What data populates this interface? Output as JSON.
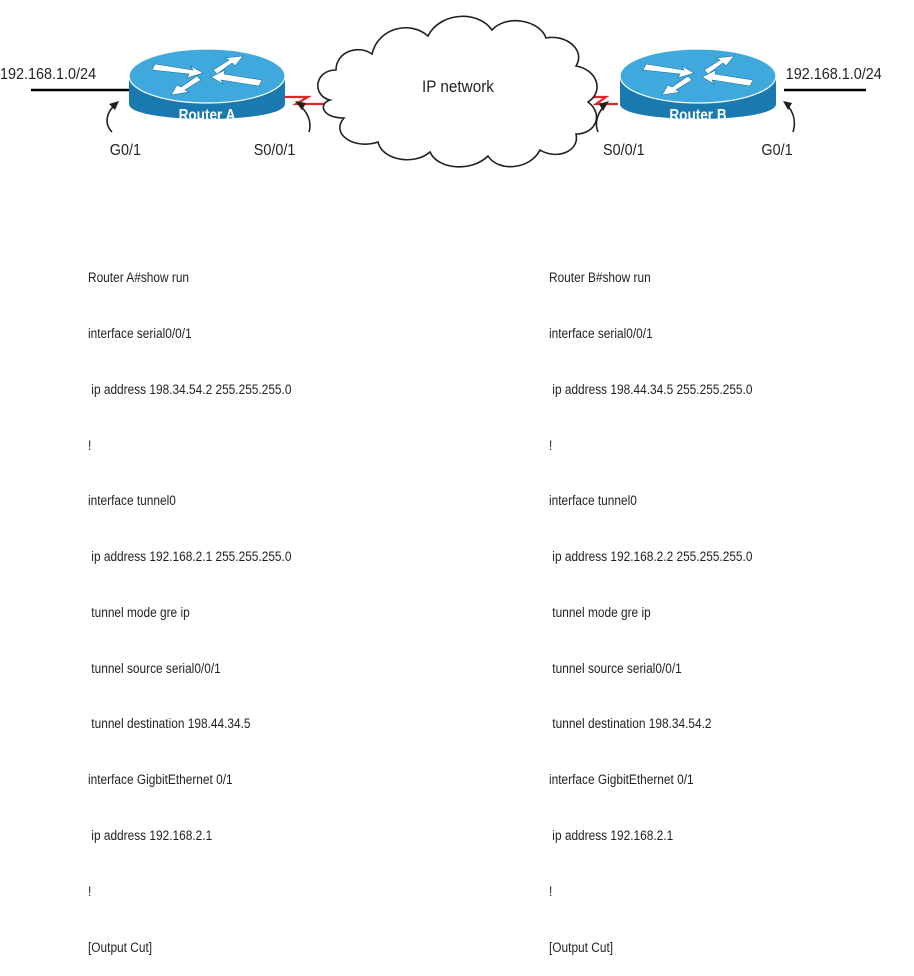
{
  "diagram": {
    "cloud_label": "IP network",
    "router_a": {
      "name": "Router A",
      "lan_network": "192.168.1.0/24",
      "lan_interface": "G0/1",
      "wan_interface": "S0/0/1"
    },
    "router_b": {
      "name": "Router B",
      "lan_network": "192.168.1.0/24",
      "lan_interface": "G0/1",
      "wan_interface": "S0/0/1"
    },
    "colors": {
      "router_top": "#3fa9dd",
      "router_side": "#1a7aaf",
      "serial_link": "#e0262a",
      "ethernet_link": "#000000"
    }
  },
  "configs": {
    "router_a": [
      "Router A#show run",
      "interface serial0/0/1",
      " ip address 198.34.54.2 255.255.255.0",
      "!",
      "interface tunnel0",
      " ip address 192.168.2.1 255.255.255.0",
      " tunnel mode gre ip",
      " tunnel source serial0/0/1",
      " tunnel destination 198.44.34.5",
      "interface GigbitEthernet 0/1",
      " ip address 192.168.2.1",
      "!",
      "[Output Cut]"
    ],
    "router_b": [
      "Router B#show run",
      "interface serial0/0/1",
      " ip address 198.44.34.5 255.255.255.0",
      "!",
      "interface tunnel0",
      " ip address 192.168.2.2 255.255.255.0",
      " tunnel mode gre ip",
      " tunnel source serial0/0/1",
      " tunnel destination 198.34.54.2",
      "interface GigbitEthernet 0/1",
      " ip address 192.168.2.1",
      "!",
      "[Output Cut]"
    ]
  }
}
